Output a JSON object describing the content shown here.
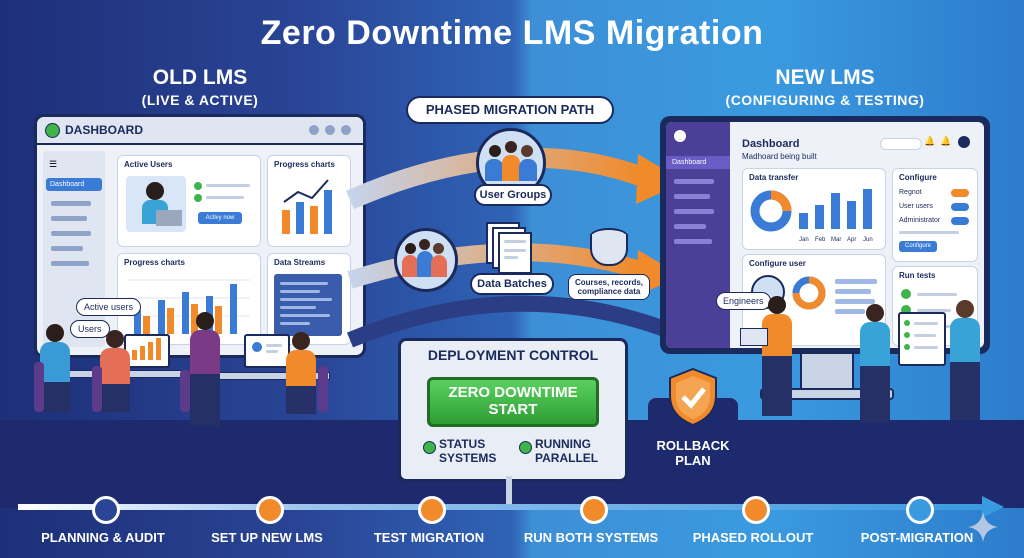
{
  "title": "Zero Downtime LMS Migration",
  "old_lms": {
    "heading": "OLD LMS",
    "subheading": "(LIVE & ACTIVE)",
    "window_title": "DASHBOARD",
    "nav_item": "Dashboard",
    "cards": {
      "active_users": "Active Users",
      "active_btn": "Activy now",
      "progress_small": "Progress charts",
      "progress_large": "Progress charts",
      "data_streams": "Data Streams"
    },
    "bubbles": {
      "active_users": "Active users",
      "users": "Users"
    }
  },
  "migration": {
    "path_label": "PHASED MIGRATION PATH",
    "user_groups": "User Groups",
    "data_batches": "Data Batches",
    "data_note": "Courses, records, compliance data"
  },
  "new_lms": {
    "heading": "NEW LMS",
    "subheading": "(CONFIGURING & TESTING)",
    "nav_item": "Dashboard",
    "dash_title": "Dashboard",
    "dash_sub": "Madhoard being built",
    "data_transfer": "Data transfer",
    "months": [
      "Jan",
      "Feb",
      "Mar",
      "Apr",
      "Jun"
    ],
    "configure": {
      "title": "Configure",
      "items": [
        "Regnot",
        "User users",
        "Administrator"
      ],
      "button": "Configure"
    },
    "configure_user": "Configure user",
    "run_tests": "Run tests",
    "engineers": "Engineers"
  },
  "deployment": {
    "title": "DEPLOYMENT CONTROL",
    "button_line1": "ZERO DOWNTIME",
    "button_line2": "START",
    "status1_line1": "STATUS",
    "status1_line2": "SYSTEMS",
    "status2_line1": "RUNNING",
    "status2_line2": "PARALLEL"
  },
  "rollback": {
    "line1": "ROLLBACK",
    "line2": "PLAN"
  },
  "timeline": {
    "steps": [
      "PLANNING & AUDIT",
      "SET UP NEW LMS",
      "TEST MIGRATION",
      "RUN BOTH SYSTEMS",
      "PHASED ROLLOUT",
      "POST-MIGRATION"
    ]
  },
  "colors": {
    "orange": "#f08a2b",
    "green": "#3fb449",
    "navy": "#1a2a5c",
    "blue": "#3a7bd5"
  },
  "icons": [
    "user-group-icon",
    "document-stack-icon",
    "database-icon",
    "shield-check-icon",
    "gear-icon",
    "bell-icon",
    "search-icon"
  ]
}
